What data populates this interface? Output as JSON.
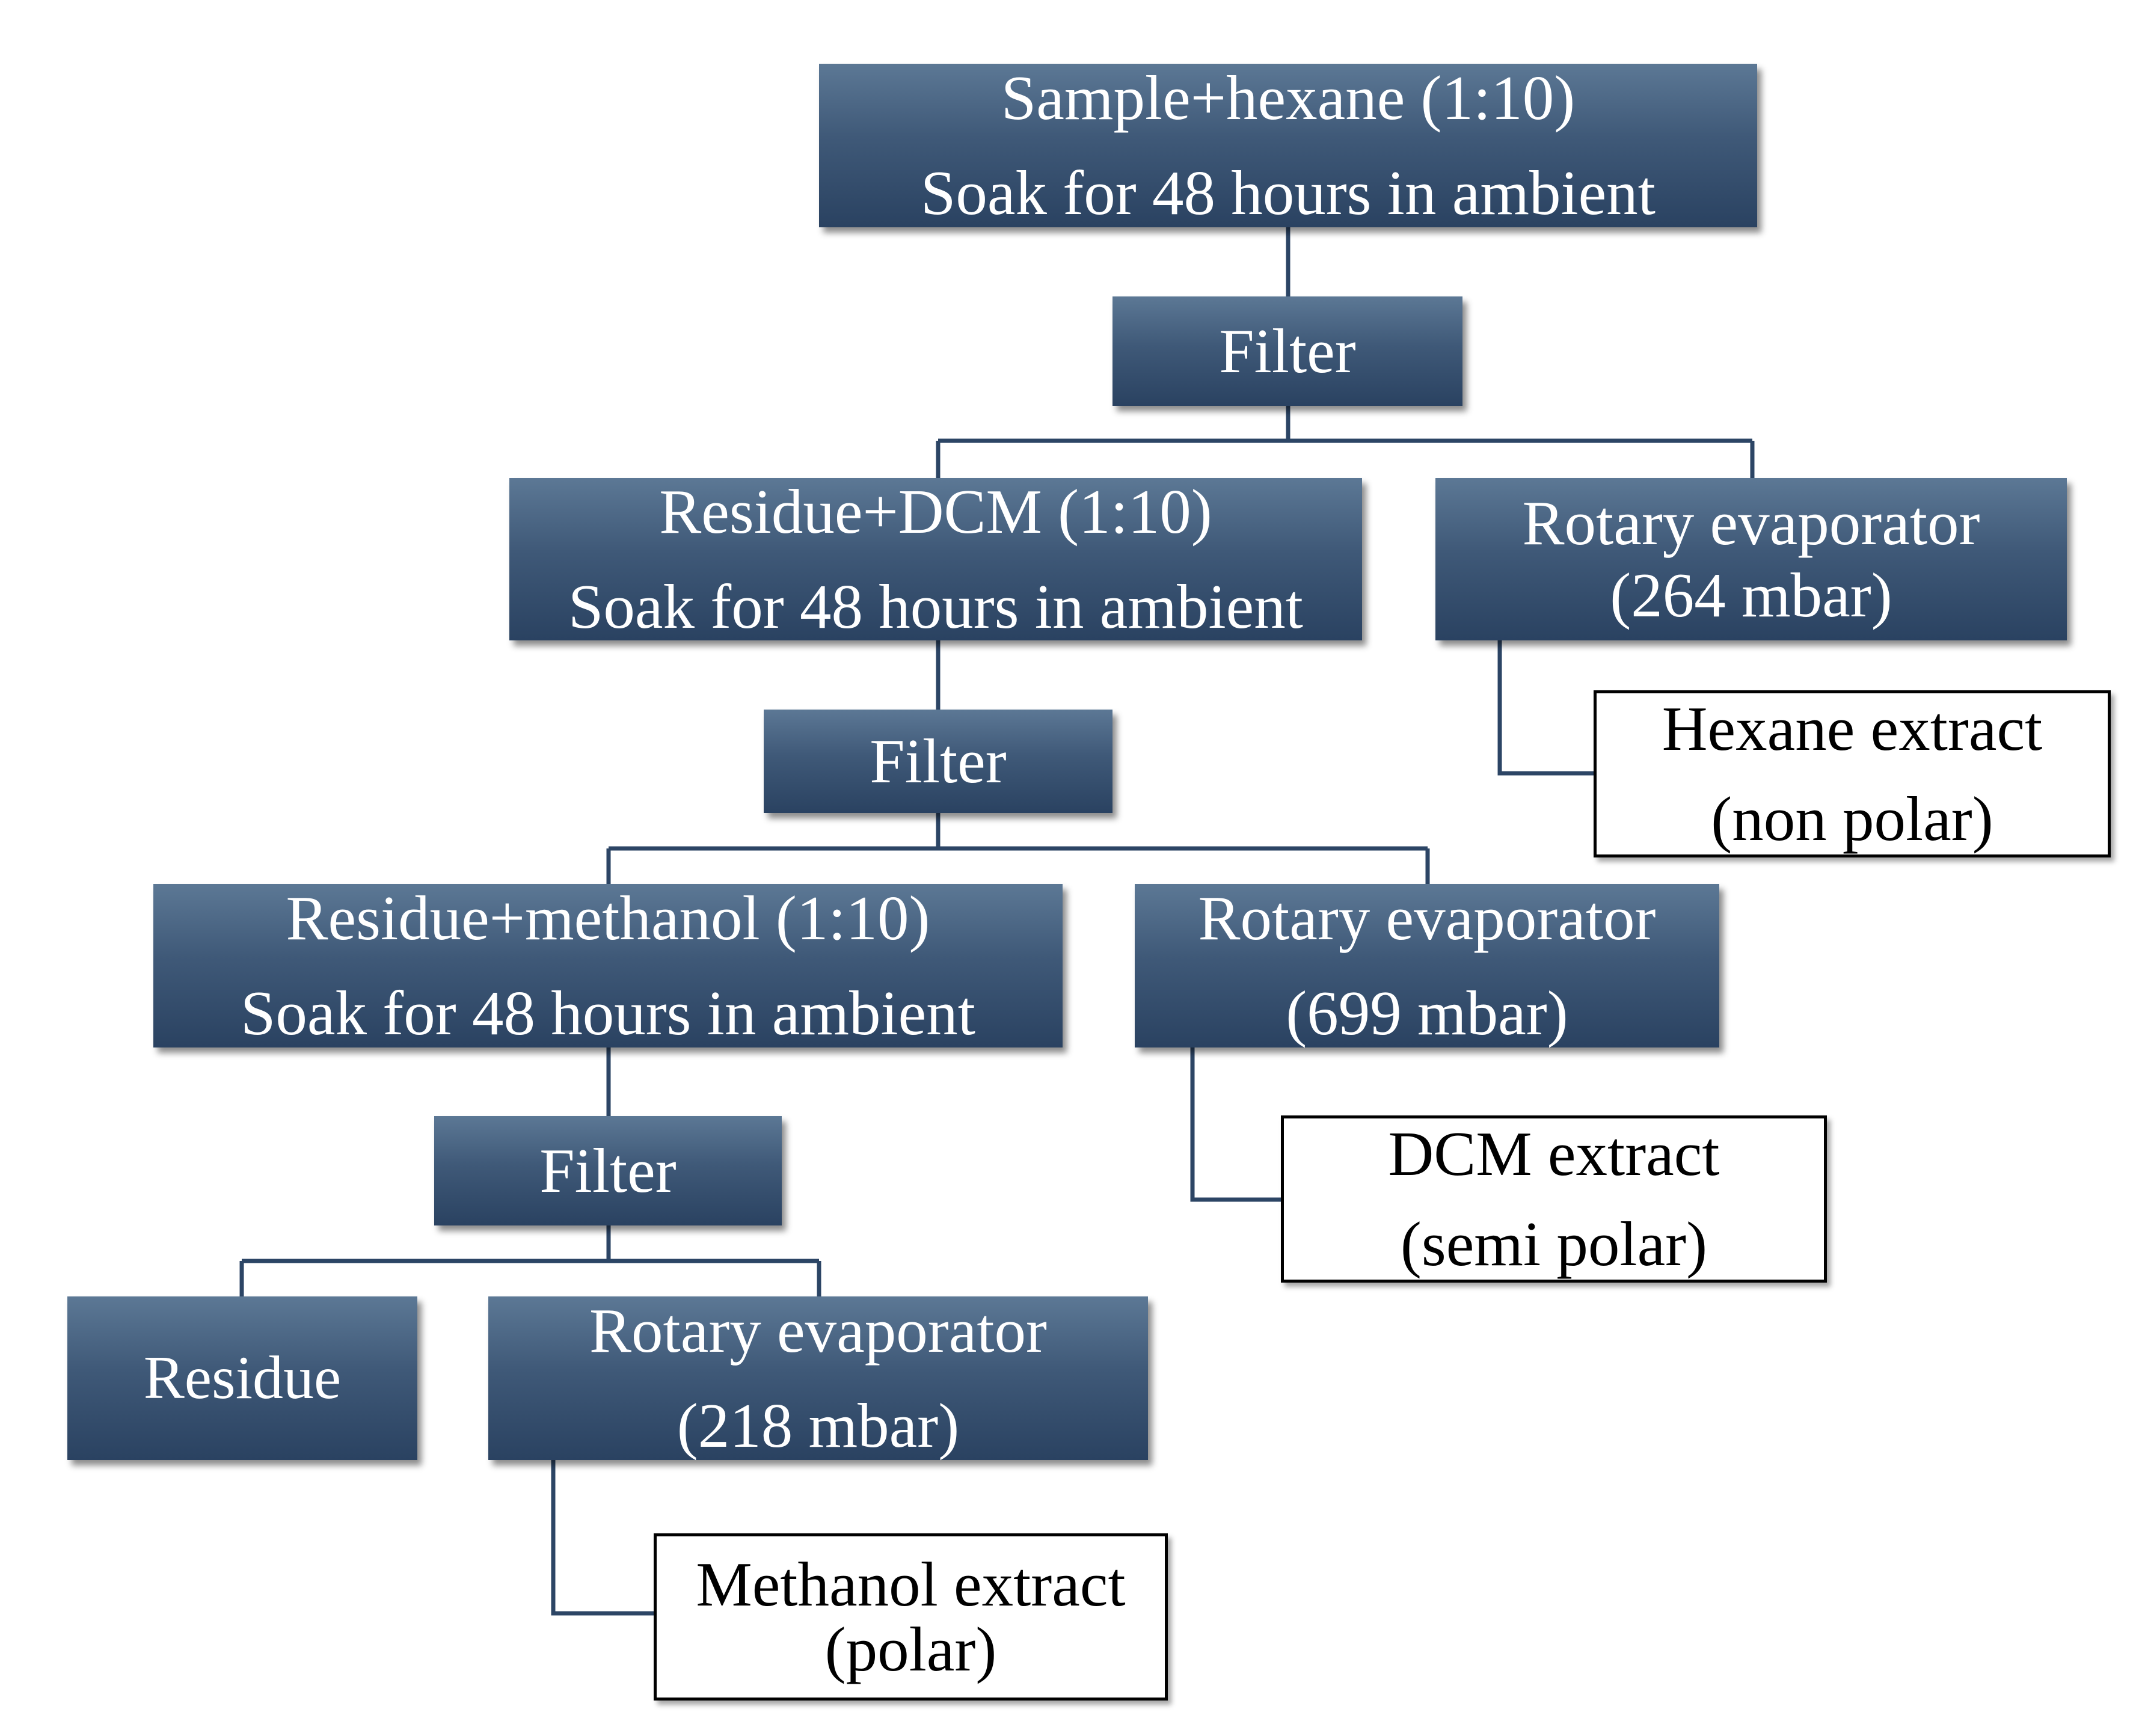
{
  "diagram": {
    "step1": {
      "line1": "Sample+hexane (1:10)",
      "line2": "Soak for 48 hours in ambient"
    },
    "filter1": "Filter",
    "evaporator1": {
      "line1": "Rotary evaporator",
      "line2": "(264 mbar)"
    },
    "extract1": {
      "line1": "Hexane extract",
      "line2": "(non polar)"
    },
    "step2": {
      "line1": "Residue+DCM (1:10)",
      "line2": "Soak for 48 hours in ambient"
    },
    "filter2": "Filter",
    "evaporator2": {
      "line1": "Rotary evaporator",
      "line2": "(699 mbar)"
    },
    "extract2": {
      "line1": "DCM extract",
      "line2": "(semi polar)"
    },
    "step3": {
      "line1": "Residue+methanol (1:10)",
      "line2": "Soak for 48 hours in ambient"
    },
    "filter3": "Filter",
    "residue": "Residue",
    "evaporator3": {
      "line1": "Rotary evaporator",
      "line2": "(218 mbar)"
    },
    "extract3": {
      "line1": "Methanol extract",
      "line2": "(polar)"
    }
  },
  "colors": {
    "box_fill": "#3f5978",
    "box_text": "#ffffff",
    "connector": "#2c4565",
    "extract_border": "#000000"
  }
}
